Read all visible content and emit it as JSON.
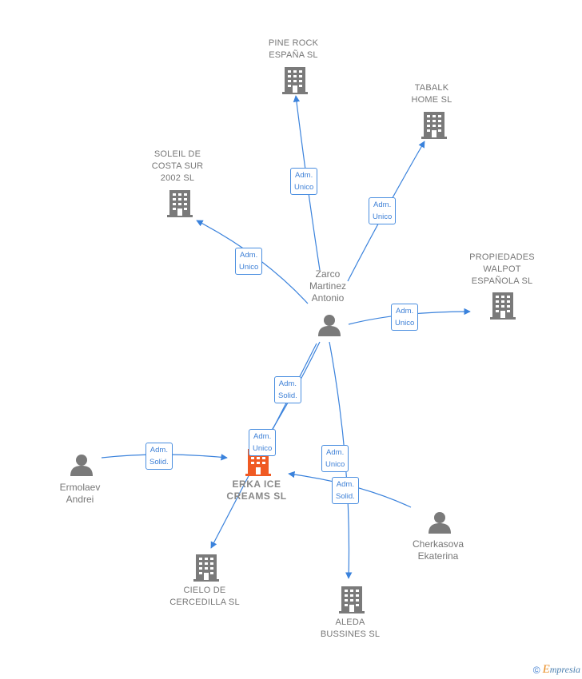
{
  "colors": {
    "edge": "#3a82dc",
    "node": "#7a7a7a",
    "focus": "#f05a23"
  },
  "companies": [
    {
      "id": "pine_rock",
      "label": "PINE ROCK\nESPAÑA  SL",
      "icon": "building-icon"
    },
    {
      "id": "tabalk",
      "label": "TABALK\nHOME  SL",
      "icon": "building-icon"
    },
    {
      "id": "soleil",
      "label": "SOLEIL DE\nCOSTA SUR\n2002 SL",
      "icon": "building-icon"
    },
    {
      "id": "propiedades",
      "label": "PROPIEDADES\nWALPOT\nESPAÑOLA  SL",
      "icon": "building-icon"
    },
    {
      "id": "cielo",
      "label": "CIELO DE\nCERCEDILLA SL",
      "icon": "building-icon"
    },
    {
      "id": "aleda",
      "label": "ALEDA\nBUSSINES SL",
      "icon": "building-icon"
    }
  ],
  "focus_company": {
    "id": "erka",
    "label": "ERKA ICE\nCREAMS  SL",
    "icon": "building-icon"
  },
  "people": [
    {
      "id": "zarco",
      "label": "Zarco\nMartinez\nAntonio",
      "icon": "person-icon"
    },
    {
      "id": "ermolaev",
      "label": "Ermolaev\nAndrei",
      "icon": "person-icon"
    },
    {
      "id": "cherkasova",
      "label": "Cherkasova\nEkaterina",
      "icon": "person-icon"
    }
  ],
  "edges": [
    {
      "id": "zarco-pine",
      "label": "Adm.\nUnico"
    },
    {
      "id": "zarco-tabalk",
      "label": "Adm.\nUnico"
    },
    {
      "id": "zarco-soleil",
      "label": "Adm.\nUnico"
    },
    {
      "id": "zarco-propiedades",
      "label": "Adm.\nUnico"
    },
    {
      "id": "zarco-erka-solid",
      "label": "Adm.\nSolid."
    },
    {
      "id": "zarco-cielo",
      "label": "Adm.\nUnico"
    },
    {
      "id": "ermolaev-erka",
      "label": "Adm.\nSolid."
    },
    {
      "id": "zarco-aleda",
      "label": "Adm.\nUnico"
    },
    {
      "id": "cherkasova-erka",
      "label": "Adm.\nSolid."
    }
  ],
  "footer": {
    "copyright": "©",
    "brand_initial": "E",
    "brand_rest": "mpresia"
  }
}
